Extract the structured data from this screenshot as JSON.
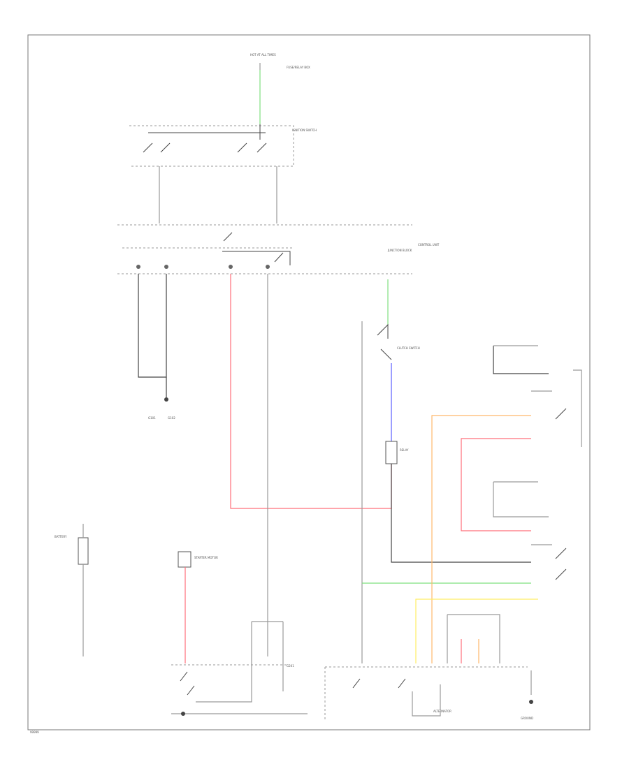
{
  "colors": {
    "red": "#ff6f7a",
    "blue": "#5a5cff",
    "green": "#7ee07e",
    "orange": "#ffb86b",
    "yellow": "#ffee66",
    "black": "#444444",
    "gray": "#9a9a9a"
  },
  "labels": {
    "top_source": "HOT AT ALL TIMES",
    "fuse_block": "FUSE/RELAY BOX",
    "ignition_switch": "IGNITION SWITCH",
    "cont_unit": "CONTROL UNIT",
    "junction_block": "JUNCTION BLOCK",
    "clutch_switch": "CLUTCH SWITCH",
    "relay_block": "RELAY",
    "g1": "G101",
    "g2": "G102",
    "g3": "G201",
    "battery": "BATTERY",
    "starter": "STARTER MOTOR",
    "alternator": "ALTERNATOR",
    "ground": "GROUND",
    "corner_code": "99999"
  }
}
